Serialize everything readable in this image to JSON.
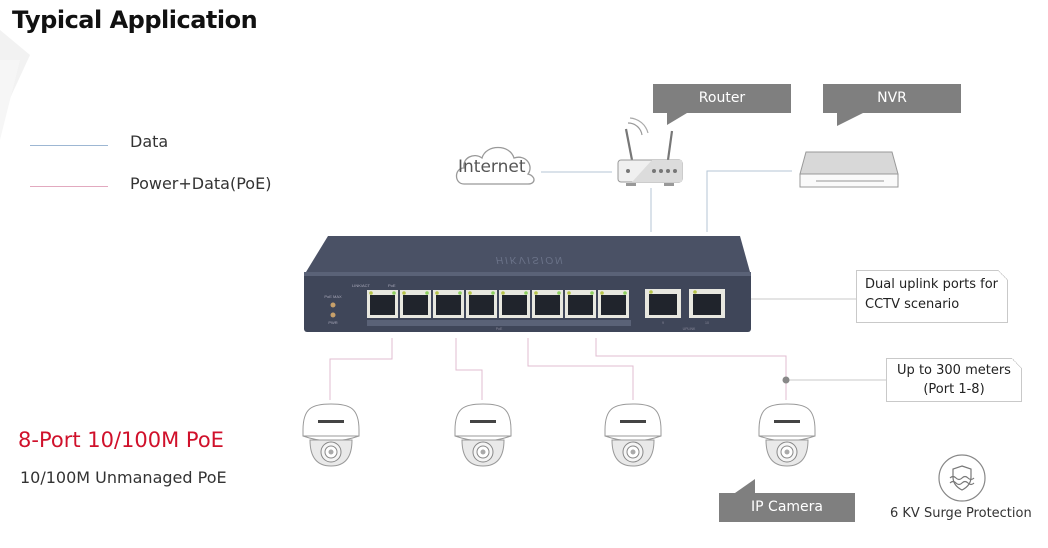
{
  "header": {
    "title": "Typical Application"
  },
  "legend": [
    {
      "label": "Data",
      "color": "#9db7d3"
    },
    {
      "label": "Power+Data(PoE)",
      "color": "#e2a9bf"
    }
  ],
  "devices": {
    "internet": {
      "label": "Internet"
    },
    "router": {
      "callout": "Router"
    },
    "nvr": {
      "callout": "NVR"
    },
    "switch": {
      "brand": "HIKVISION",
      "led_labels": [
        "PoE MAX",
        "PWR"
      ],
      "port_header_labels": [
        "LINK/ACT",
        "PoE"
      ],
      "poe_ports": [
        "1",
        "2",
        "3",
        "4",
        "5",
        "6",
        "7",
        "8"
      ],
      "poe_group_label": "PoE",
      "uplink_ports": [
        "9",
        "10"
      ],
      "uplink_group_label": "UPLINK"
    },
    "camera": {
      "callout": "IP Camera",
      "count": 4
    }
  },
  "notes": {
    "uplink": [
      "Dual uplink ports for",
      "CCTV scenario"
    ],
    "distance": [
      "Up to 300 meters",
      "(Port 1-8)"
    ]
  },
  "product": {
    "title": "8-Port 10/100M PoE",
    "subtitle": "10/100M Unmanaged PoE",
    "accent_color": "#d0112b"
  },
  "surge": {
    "label": "6 KV Surge Protection",
    "icon": "shield-waves-icon"
  }
}
